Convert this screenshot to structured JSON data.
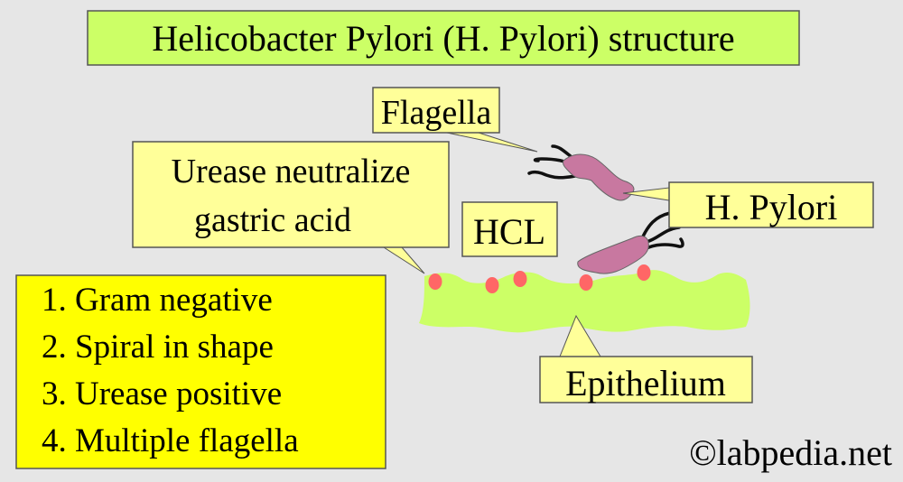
{
  "title": "Helicobacter Pylori (H. Pylori) structure",
  "labels": {
    "flagella": "Flagella",
    "urease_line1": "Urease neutralize",
    "urease_line2": "gastric acid",
    "hcl": "HCL",
    "h_pylori": "H. Pylori",
    "epithelium": "Epithelium"
  },
  "features": [
    "1. Gram negative",
    "2. Spiral in shape",
    "3. Urease positive",
    "4. Multiple flagella"
  ],
  "watermark": "©labpedia.net",
  "colors": {
    "background": "#e6e6e6",
    "title_box": "#ccff66",
    "callout": "#ffff99",
    "list_box": "#ffff00",
    "epithelium": "#ccff66",
    "bacteria": "#c878a0",
    "urease_dots": "#ff6666"
  }
}
